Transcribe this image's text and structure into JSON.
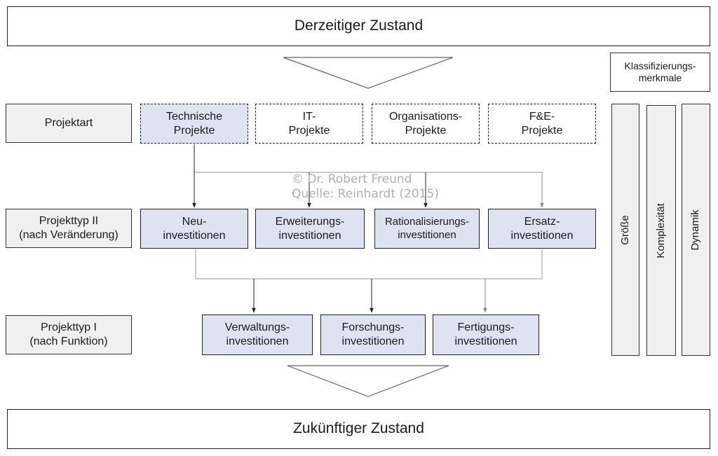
{
  "states": {
    "current": "Derzeitiger Zustand",
    "future": "Zukünftiger Zustand"
  },
  "rows": {
    "projektart": "Projektart",
    "typ2": "Projekttyp II\n(nach Veränderung)",
    "typ1": "Projekttyp I\n(nach Funktion)"
  },
  "projektart": [
    "Technische\nProjekte",
    "IT-\nProjekte",
    "Organisations-\nProjekte",
    "F&E-\nProjekte"
  ],
  "typ2": [
    "Neu-\ninvestitionen",
    "Erweiterungs-\ninvestitionen",
    "Rationalisierungs-\ninvestitionen",
    "Ersatz-\ninvestitionen"
  ],
  "typ1": [
    "Verwaltungs-\ninvestitionen",
    "Forschungs-\ninvestitionen",
    "Fertigungs-\ninvestitionen"
  ],
  "klassifizierung": {
    "title": "Klassifizierungs-\nmerkmale",
    "items": [
      "Größe",
      "Komplexität",
      "Dynamik"
    ]
  },
  "watermark": {
    "line1": "© Dr. Robert Freund",
    "line2": "Quelle: Reinhardt (2015)"
  },
  "colors": {
    "box_fill": "#dde3f1",
    "label_fill": "#f0f0f0",
    "line_dark": "#222222",
    "line_light": "#999999"
  }
}
